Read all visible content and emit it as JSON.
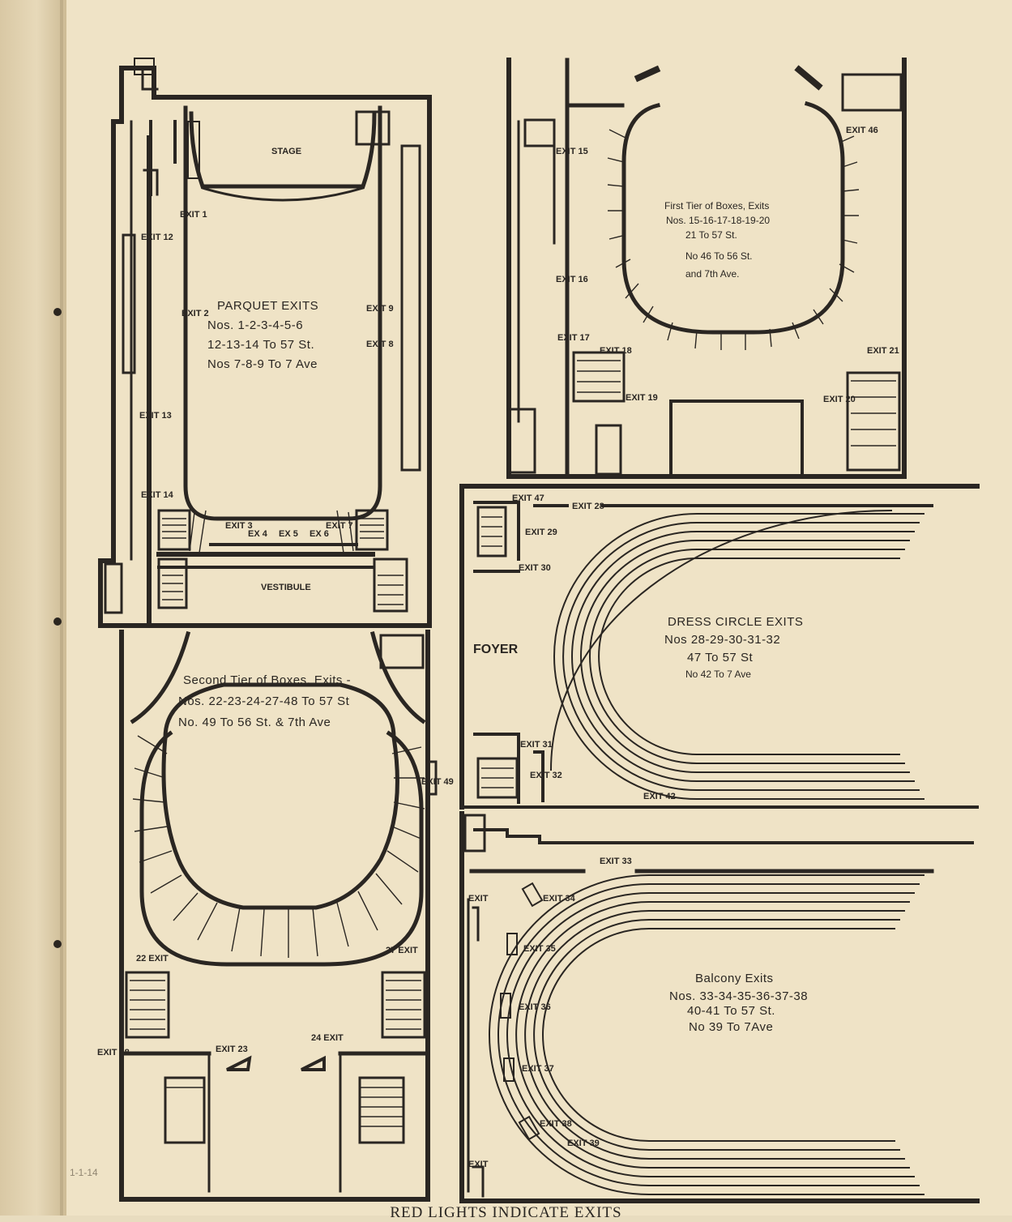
{
  "pencil_note": "1-1-14",
  "footer": "RED LIGHTS INDICATE EXITS",
  "parquet": {
    "stage": "STAGE",
    "title": "PARQUET EXITS",
    "line1": "Nos. 1-2-3-4-5-6",
    "line2": "12-13-14 To 57 St.",
    "line3": "Nos 7-8-9 To 7 Ave",
    "vestibule": "VESTIBULE",
    "exits": {
      "e1": "EXIT 1",
      "e2": "EXIT 2",
      "e3": "EXIT 3",
      "e4": "EX 4",
      "e5": "EX 5",
      "e6": "EX 6",
      "e7": "EXIT 7",
      "e8": "EXIT 8",
      "e9": "EXIT 9",
      "e12": "EXIT 12",
      "e13": "EXIT 13",
      "e14": "EXIT 14"
    }
  },
  "first_tier": {
    "title": "First Tier of Boxes, Exits",
    "line1": "Nos. 15-16-17-18-19-20",
    "line2": "21 To 57 St.",
    "line3": "No 46 To 56 St.",
    "line4": "and 7th Ave.",
    "exits": {
      "e15": "EXIT 15",
      "e16": "EXIT 16",
      "e17": "EXIT 17",
      "e18": "EXIT 18",
      "e19": "EXIT 19",
      "e20": "EXIT 20",
      "e21": "EXIT 21",
      "e46": "EXIT 46"
    }
  },
  "second_tier": {
    "title": "Second Tier of Boxes, Exits -",
    "line1": "Nos. 22-23-24-27-48 To 57 St",
    "line2": "No. 49 To 56 St. & 7th Ave",
    "exits": {
      "e22": "22 EXIT",
      "e23": "EXIT 23",
      "e24": "24 EXIT",
      "e27": "27 EXIT",
      "e48": "EXIT 48",
      "e49": "EXIT 49"
    }
  },
  "dress_circle": {
    "title": "DRESS CIRCLE EXITS",
    "line1": "Nos 28-29-30-31-32",
    "line2": "47 To 57 St",
    "line3": "No 42 To 7 Ave",
    "foyer": "FOYER",
    "exits": {
      "e47": "EXIT 47",
      "e28": "EXIT 28",
      "e29": "EXIT 29",
      "e30": "EXIT 30",
      "e31": "EXIT 31",
      "e32": "EXIT 32",
      "e42": "EXIT 42"
    }
  },
  "balcony": {
    "title": "Balcony Exits",
    "line1": "Nos. 33-34-35-36-37-38",
    "line2": "40-41 To 57 St.",
    "line3": "No 39 To 7Ave",
    "exits": {
      "e33": "EXIT 33",
      "e34": "EXIT 34",
      "e35": "EXIT 35",
      "e36": "EXIT 36",
      "e37": "EXIT 37",
      "e38": "EXIT 38",
      "e39": "EXIT 39",
      "eplain": "EXIT"
    }
  }
}
